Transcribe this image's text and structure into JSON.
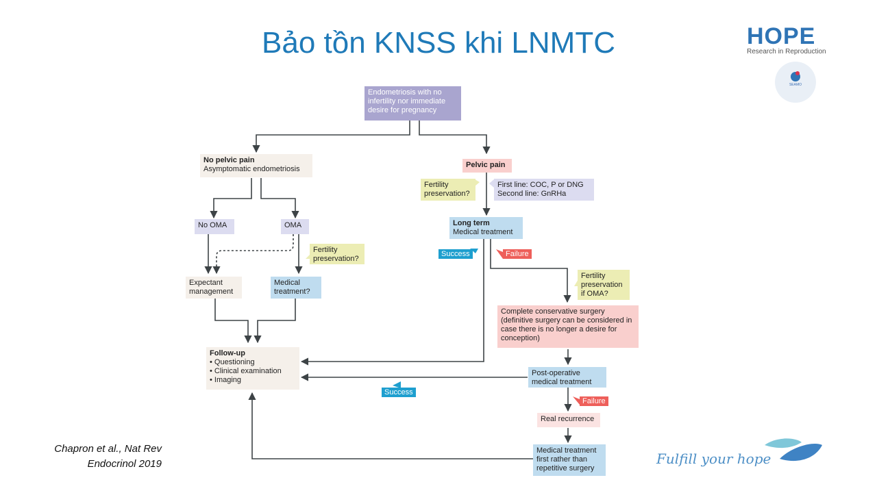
{
  "title": "Bảo tồn KNSS khi LNMTC",
  "logo": {
    "brand": "HOPE",
    "tagline": "Research in Reproduction",
    "badge": "SEAMO"
  },
  "footer_slogan": "Fulfill your hope",
  "citation": {
    "line1": "Chapron et al., Nat Rev",
    "line2": "Endocrinol 2019"
  },
  "diagram": {
    "root": "Endometriosis with no infertility nor immediate desire for pregnancy",
    "no_pelvic_pain": {
      "title": "No pelvic pain",
      "subtitle": "Asymptomatic endometriosis"
    },
    "no_oma": "No OMA",
    "oma": "OMA",
    "fertility_q1": "Fertility preservation?",
    "expectant": "Expectant management",
    "medical_q": "Medical treatment?",
    "pelvic_pain": "Pelvic pain",
    "fertility_q2": "Fertility preservation?",
    "lines": "First line: COC, P or DNG\nSecond line: GnRHa",
    "long_term": {
      "title": "Long term",
      "subtitle": "Medical treatment"
    },
    "success1": "Success",
    "failure1": "Failure",
    "fertility_q3": "Fertility preservation if OMA?",
    "surgery": "Complete conservative surgery (definitive surgery can be considered in case there is no longer a desire for conception)",
    "followup": {
      "title": "Follow-up",
      "items": [
        "• Questioning",
        "• Clinical examination",
        "• Imaging"
      ]
    },
    "postop": "Post-operative medical treatment",
    "success2": "Success",
    "failure2": "Failure",
    "recurrence": "Real recurrence",
    "med_first": "Medical treatment first rather than repetitive surgery"
  },
  "colors": {
    "title": "#1f7ab8",
    "arrow": "#3d4346",
    "success": "#1e9fcf",
    "failure": "#ee5f5a"
  }
}
